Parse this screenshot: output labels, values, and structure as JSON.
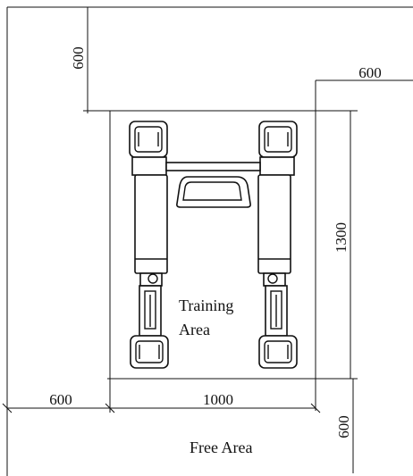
{
  "dimensions": {
    "top_left_vertical": "600",
    "top_right_horizontal": "600",
    "right_vertical": "1300",
    "bottom_left_horizontal": "600",
    "bottom_center_horizontal": "1000",
    "bottom_right_vertical": "600"
  },
  "labels": {
    "training_area_line1": "Training",
    "training_area_line2": "Area",
    "free_area": "Free Area"
  }
}
